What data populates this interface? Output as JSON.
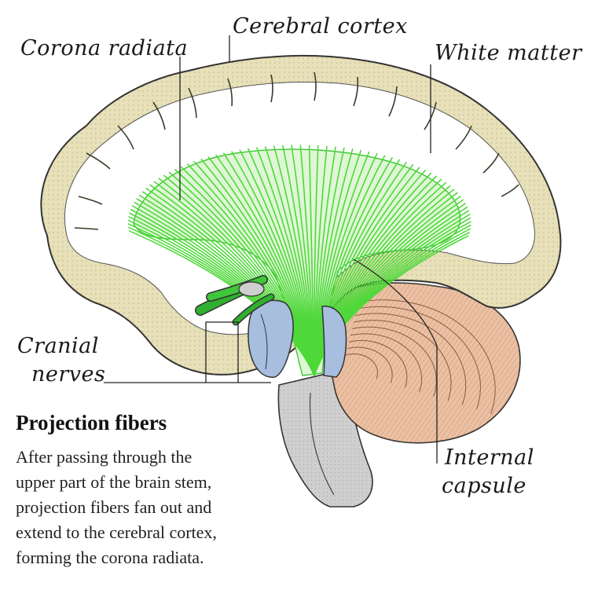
{
  "labels": {
    "corona_radiata": "Corona radiata",
    "cerebral_cortex": "Cerebral cortex",
    "white_matter": "White matter",
    "cranial_nerves_1": "Cranial",
    "cranial_nerves_2": "nerves",
    "internal_capsule_1": "Internal",
    "internal_capsule_2": "capsule"
  },
  "caption": {
    "title": "Projection fibers",
    "lines": [
      "After passing through the",
      "upper part of the brain stem,",
      "projection fibers fan out and",
      "extend to the cerebral cortex,",
      "forming the corona radiata."
    ]
  },
  "colors": {
    "cortex": "#e7e0b8",
    "white_matter": "#ffffff",
    "fibers": "#4fd83a",
    "cerebellum": "#e9b89a",
    "brainstem": "#c9c9c9",
    "thalamus": "#a7bedf",
    "nerves": "#2fb02f"
  }
}
